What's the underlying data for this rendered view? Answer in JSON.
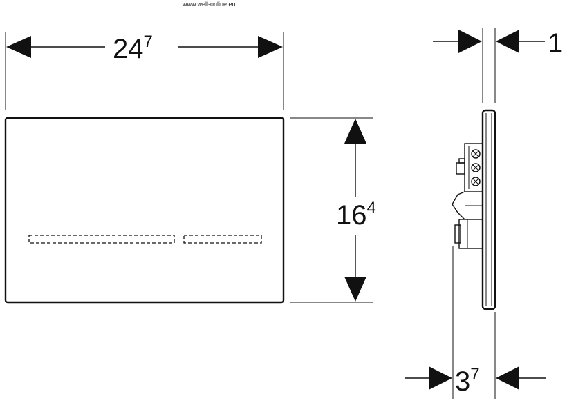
{
  "watermark": "www.well-online.eu",
  "dimensions": {
    "width": {
      "main": "24",
      "sup": "7"
    },
    "height": {
      "main": "16",
      "sup": "4"
    },
    "plate_thickness": {
      "main": "1",
      "sup": ""
    },
    "depth": {
      "main": "3",
      "sup": "7"
    }
  }
}
